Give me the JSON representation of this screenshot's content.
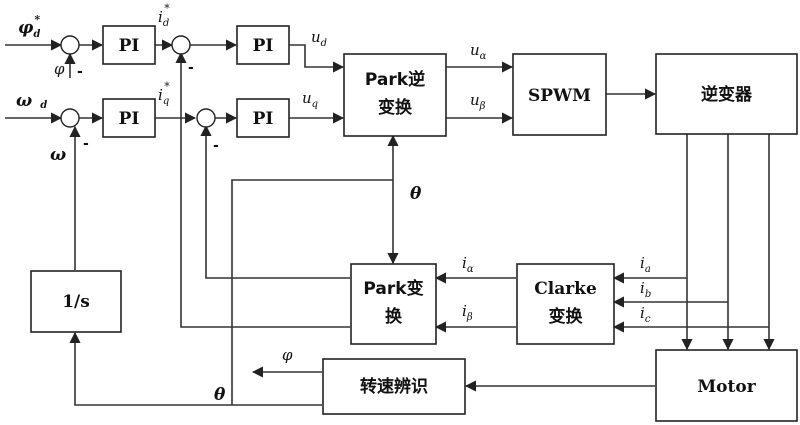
{
  "blocks": {
    "pi_flux": "PI",
    "pi_speed": "PI",
    "pi_id": "PI",
    "pi_iq": "PI",
    "park_inv_line1": "Park逆",
    "park_inv_line2": "变换",
    "spwm": "SPWM",
    "inverter": "逆变器",
    "park_line1": "Park变",
    "park_line2": "换",
    "clarke_line1": "Clarke",
    "clarke_line2": "变换",
    "integrator": "1/s",
    "motor": "Motor",
    "speed_ident": "转速辨识"
  },
  "signals": {
    "phi": "φ",
    "omega": "ω",
    "i": "i",
    "u": "u",
    "theta": "θ",
    "star": "*",
    "sub_d": "d",
    "sub_q": "q",
    "sub_alpha": "α",
    "sub_beta": "β",
    "sub_a": "a",
    "sub_b": "b",
    "sub_c": "c",
    "minus": "-"
  }
}
